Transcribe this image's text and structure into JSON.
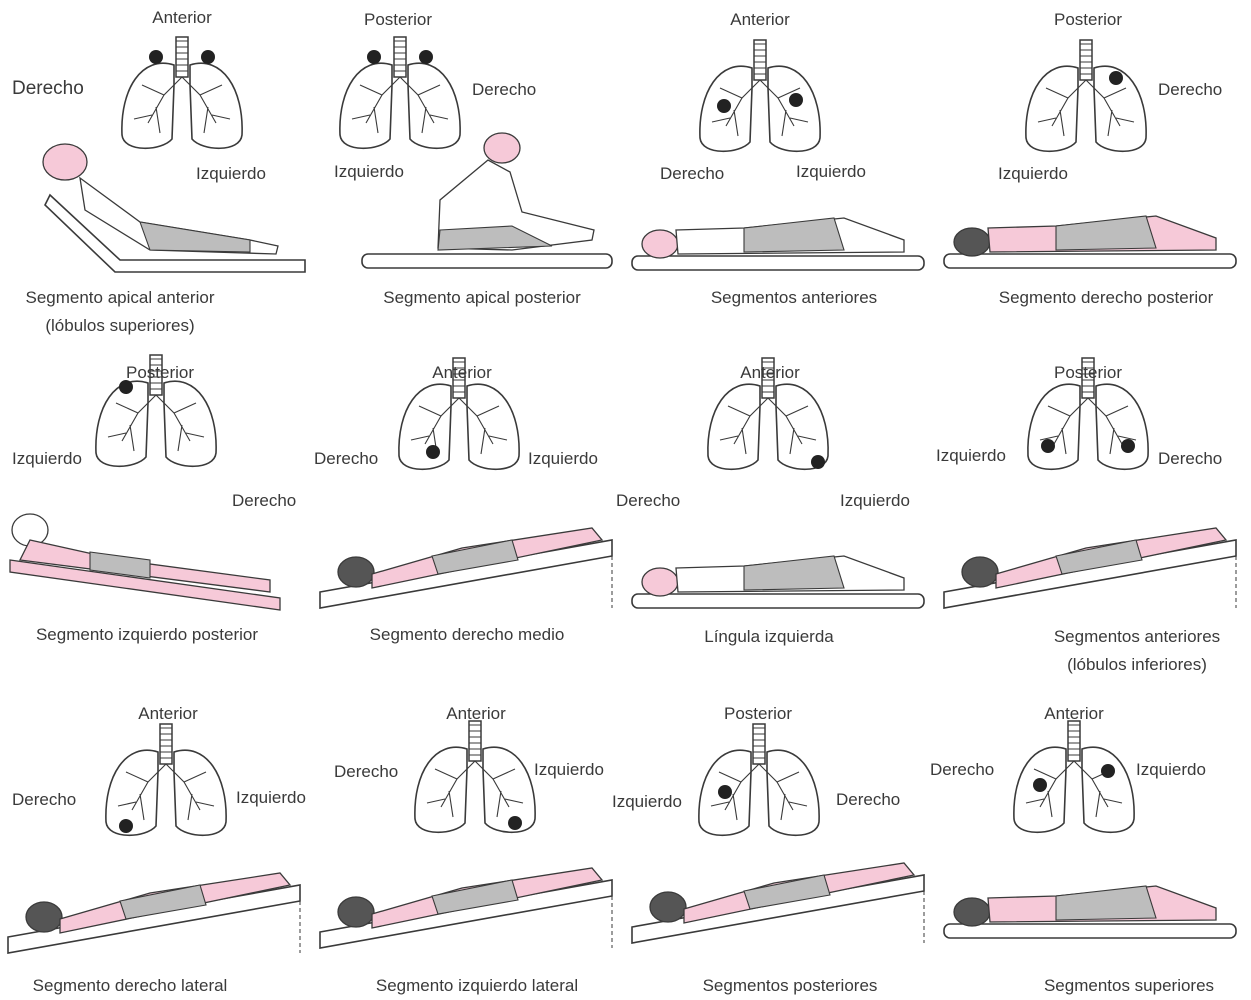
{
  "panels": [
    {
      "view": "Anterior",
      "side_a": "Derecho",
      "side_b": "Izquierdo",
      "caption": "Segmento apical anterior",
      "caption2": "(lóbulos superiores)",
      "highlight": "apical-both"
    },
    {
      "view": "Posterior",
      "side_a": "Izquierdo",
      "side_b": "Derecho",
      "caption": "Segmento apical posterior",
      "caption2": "",
      "highlight": "apical-both"
    },
    {
      "view": "Anterior",
      "side_a": "Derecho",
      "side_b": "Izquierdo",
      "caption": "Segmentos anteriores",
      "caption2": "",
      "highlight": "anterior-both"
    },
    {
      "view": "Posterior",
      "side_a": "Izquierdo",
      "side_b": "Derecho",
      "caption": "Segmento derecho posterior",
      "caption2": "",
      "highlight": "right-upper"
    },
    {
      "view": "Posterior",
      "side_a": "Izquierdo",
      "side_b": "Derecho",
      "caption": "Segmento izquierdo posterior",
      "caption2": "",
      "highlight": "left-upper"
    },
    {
      "view": "Anterior",
      "side_a": "Derecho",
      "side_b": "Izquierdo",
      "caption": "Segmento derecho medio",
      "caption2": "",
      "highlight": "right-middle"
    },
    {
      "view": "Anterior",
      "side_a": "Derecho",
      "side_b": "Izquierdo",
      "caption": "Língula izquierda",
      "caption2": "",
      "highlight": "lingula"
    },
    {
      "view": "Posterior",
      "side_a": "Izquierdo",
      "side_b": "Derecho",
      "caption": "Segmentos anteriores",
      "caption2": "(lóbulos inferiores)",
      "highlight": "lower-both"
    },
    {
      "view": "Anterior",
      "side_a": "Derecho",
      "side_b": "Izquierdo",
      "caption": "Segmento derecho lateral",
      "caption2": "",
      "highlight": "right-lower"
    },
    {
      "view": "Anterior",
      "side_a": "Derecho",
      "side_b": "Izquierdo",
      "caption": "Segmento izquierdo lateral",
      "caption2": "",
      "highlight": "left-lower"
    },
    {
      "view": "Posterior",
      "side_a": "Izquierdo",
      "side_b": "Derecho",
      "caption": "Segmentos posteriores",
      "caption2": "",
      "highlight": "posterior-lower"
    },
    {
      "view": "Anterior",
      "side_a": "Derecho",
      "side_b": "Izquierdo",
      "caption": "Segmentos superiores",
      "caption2": "",
      "highlight": "superior-lower"
    }
  ],
  "colors": {
    "skin": "#f6c9d8",
    "clothes": "#bdbdbd",
    "line": "#3a3a3a",
    "spot": "#222222"
  }
}
